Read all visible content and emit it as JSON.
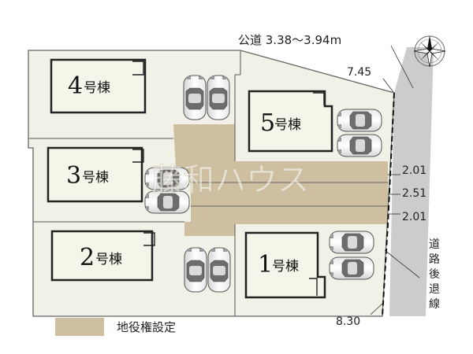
{
  "road": {
    "label": "公道 3.38〜3.94m",
    "setback_label": [
      "道",
      "路",
      "後",
      "退",
      "線"
    ]
  },
  "dimensions": {
    "top": "7.45",
    "mid1": "2.01",
    "mid2": "2.51",
    "mid3": "2.01",
    "bottom": "8.30"
  },
  "buildings": [
    {
      "id": "4",
      "num": "4",
      "suffix": "号棟"
    },
    {
      "id": "5",
      "num": "5",
      "suffix": "号棟"
    },
    {
      "id": "3",
      "num": "3",
      "suffix": "号棟"
    },
    {
      "id": "2",
      "num": "2",
      "suffix": "号棟"
    },
    {
      "id": "1",
      "num": "1",
      "suffix": "号棟"
    }
  ],
  "watermark": "藤和ハウス",
  "legend": {
    "label": "地役権設定",
    "color": "#cdbf9f"
  },
  "colors": {
    "lot": "#f1f1e7",
    "easement": "#cdbf9f",
    "road": "#cccccc",
    "building": "#f5f5ea",
    "outline": "#222222"
  },
  "icons": [
    "compass-rose-icon",
    "car-icon"
  ]
}
